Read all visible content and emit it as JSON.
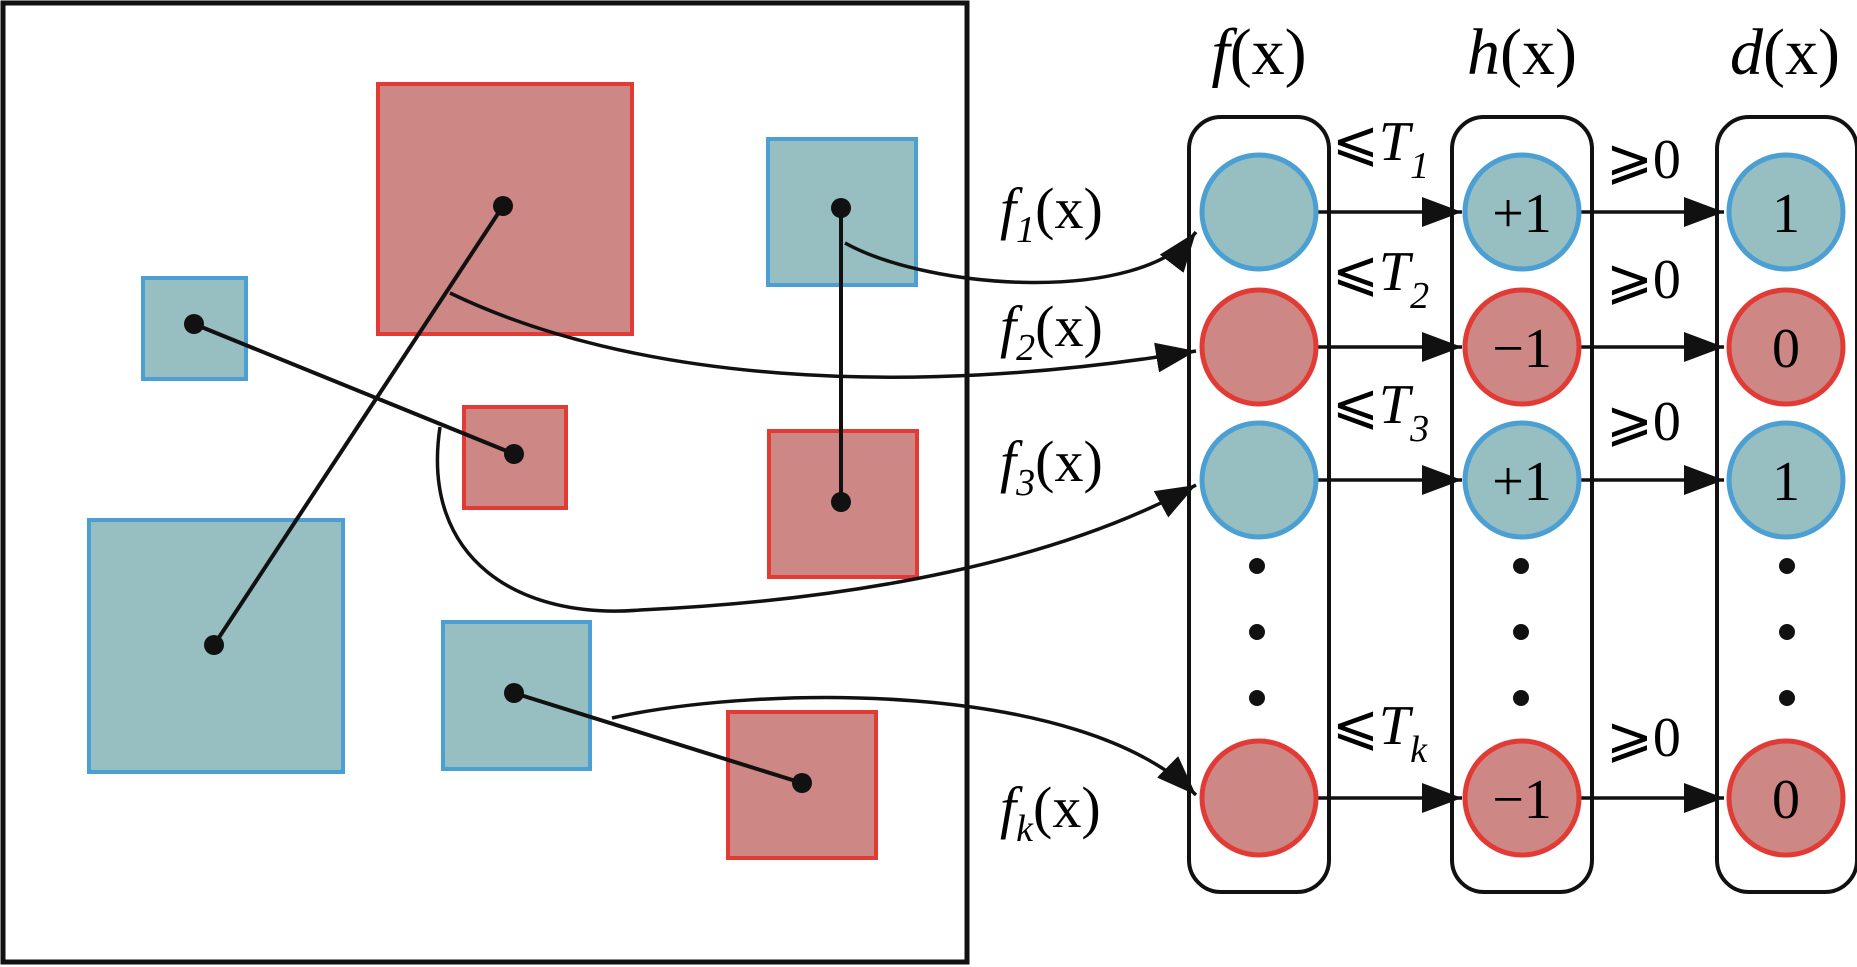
{
  "colors": {
    "teal_fill": "#97bfc1",
    "teal_stroke": "#4b9fd3",
    "red_fill": "#cd8784",
    "red_stroke": "#e23b36",
    "line": "#111111"
  },
  "columns": [
    {
      "label": "f",
      "arg": "(x)"
    },
    {
      "label": "h",
      "arg": "(x)"
    },
    {
      "label": "d",
      "arg": "(x)"
    }
  ],
  "features": [
    {
      "f": "f",
      "sub": "1",
      "arg": "(x)"
    },
    {
      "f": "f",
      "sub": "2",
      "arg": "(x)"
    },
    {
      "f": "f",
      "sub": "3",
      "arg": "(x)"
    },
    {
      "f": "f",
      "sub": "k",
      "arg": "(x)"
    }
  ],
  "thresholds": [
    {
      "op": "⩽",
      "var": "T",
      "sub": "1"
    },
    {
      "op": "⩽",
      "var": "T",
      "sub": "2"
    },
    {
      "op": "⩽",
      "var": "T",
      "sub": "3"
    },
    {
      "op": "⩽",
      "var": "T",
      "sub": "k"
    }
  ],
  "decision_rule": [
    "⩾0",
    "⩾0",
    "⩾0",
    "⩾0"
  ],
  "rows": [
    {
      "color": "teal",
      "h": "+1",
      "d": "1"
    },
    {
      "color": "red",
      "h": "−1",
      "d": "0"
    },
    {
      "color": "teal",
      "h": "+1",
      "d": "1"
    },
    {
      "color": "red",
      "h": "−1",
      "d": "0"
    }
  ]
}
